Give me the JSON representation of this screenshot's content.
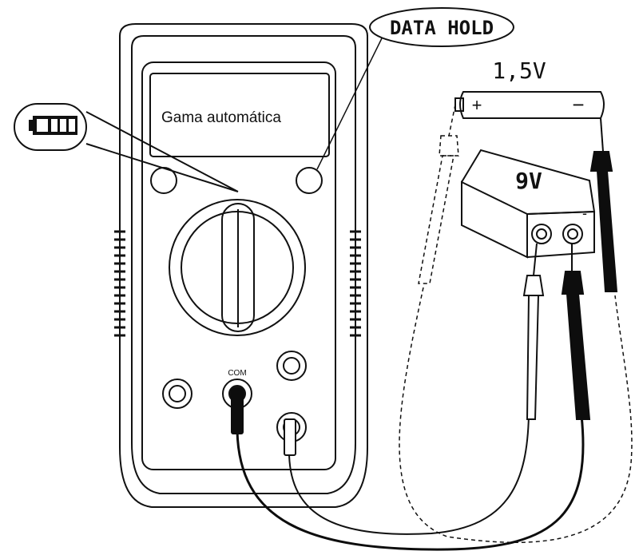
{
  "display": {
    "text": "Gama automática"
  },
  "callout": {
    "data_hold": "DATA HOLD"
  },
  "terminal": {
    "com": "COM"
  },
  "battery_aa": {
    "voltage": "1,5V",
    "plus": "+",
    "minus": "−"
  },
  "battery_9v": {
    "voltage": "9V",
    "minus": "-"
  },
  "icons": {
    "battery": "battery-low-icon"
  },
  "colors": {
    "ink": "#111111",
    "probe_black": "#0d0d0d",
    "paper": "#ffffff"
  }
}
